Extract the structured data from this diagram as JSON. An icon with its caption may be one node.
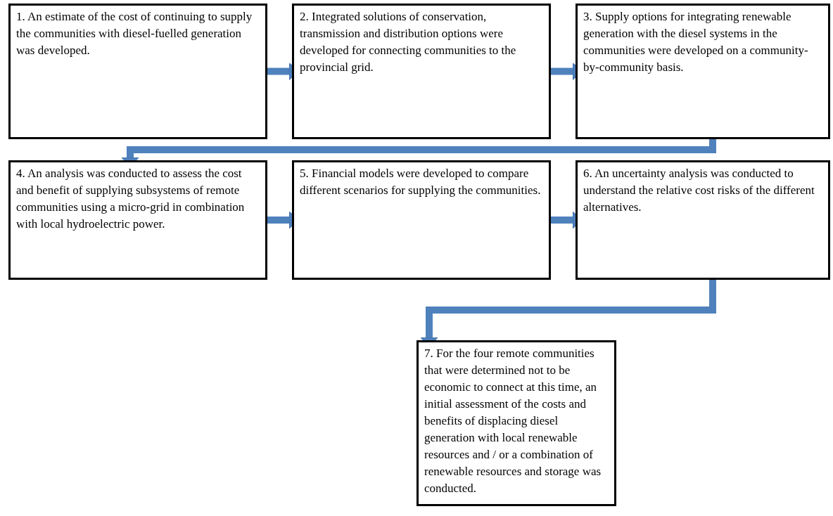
{
  "diagram": {
    "nodes": [
      {
        "text": [
          "1. An estimate of the cost of continuing to supply the communities with diesel-fuelled generation was developed."
        ]
      },
      {
        "text": [
          "2. Integrated solutions of conservation, transmission and distribution options were developed for connecting communities to the provincial grid."
        ]
      },
      {
        "text": [
          "3. Supply options for integrating renewable generation with the diesel systems in the communities were developed on a community-by-community basis."
        ]
      },
      {
        "text": [
          "4. An analysis was conducted to assess the cost and benefit of supplying subsystems of remote communities using a micro-grid in combination with local hydroelectric power."
        ]
      },
      {
        "text": [
          "5. Financial models were developed to compare different scenarios for supplying the communities."
        ]
      },
      {
        "text": [
          "6. An uncertainty analysis was conducted to understand the relative cost risks of the different alternatives."
        ]
      },
      {
        "text": [
          "7. For the four remote communities that were determined not to be economic to connect at this time, an initial assessment of the costs and benefits of displacing diesel generation with local renewable resources and / or a combination of renewable resources and storage was conducted."
        ]
      }
    ],
    "edges": [
      {
        "from": 0,
        "to": 1,
        "arrow": "to"
      },
      {
        "from": 1,
        "to": 2,
        "arrow": "to"
      },
      {
        "from": 2,
        "to": 3,
        "arrow": "to"
      },
      {
        "from": 3,
        "to": 4,
        "arrow": "to"
      },
      {
        "from": 4,
        "to": 5,
        "arrow": "to"
      },
      {
        "from": 5,
        "to": 6,
        "arrow": "to"
      }
    ]
  }
}
